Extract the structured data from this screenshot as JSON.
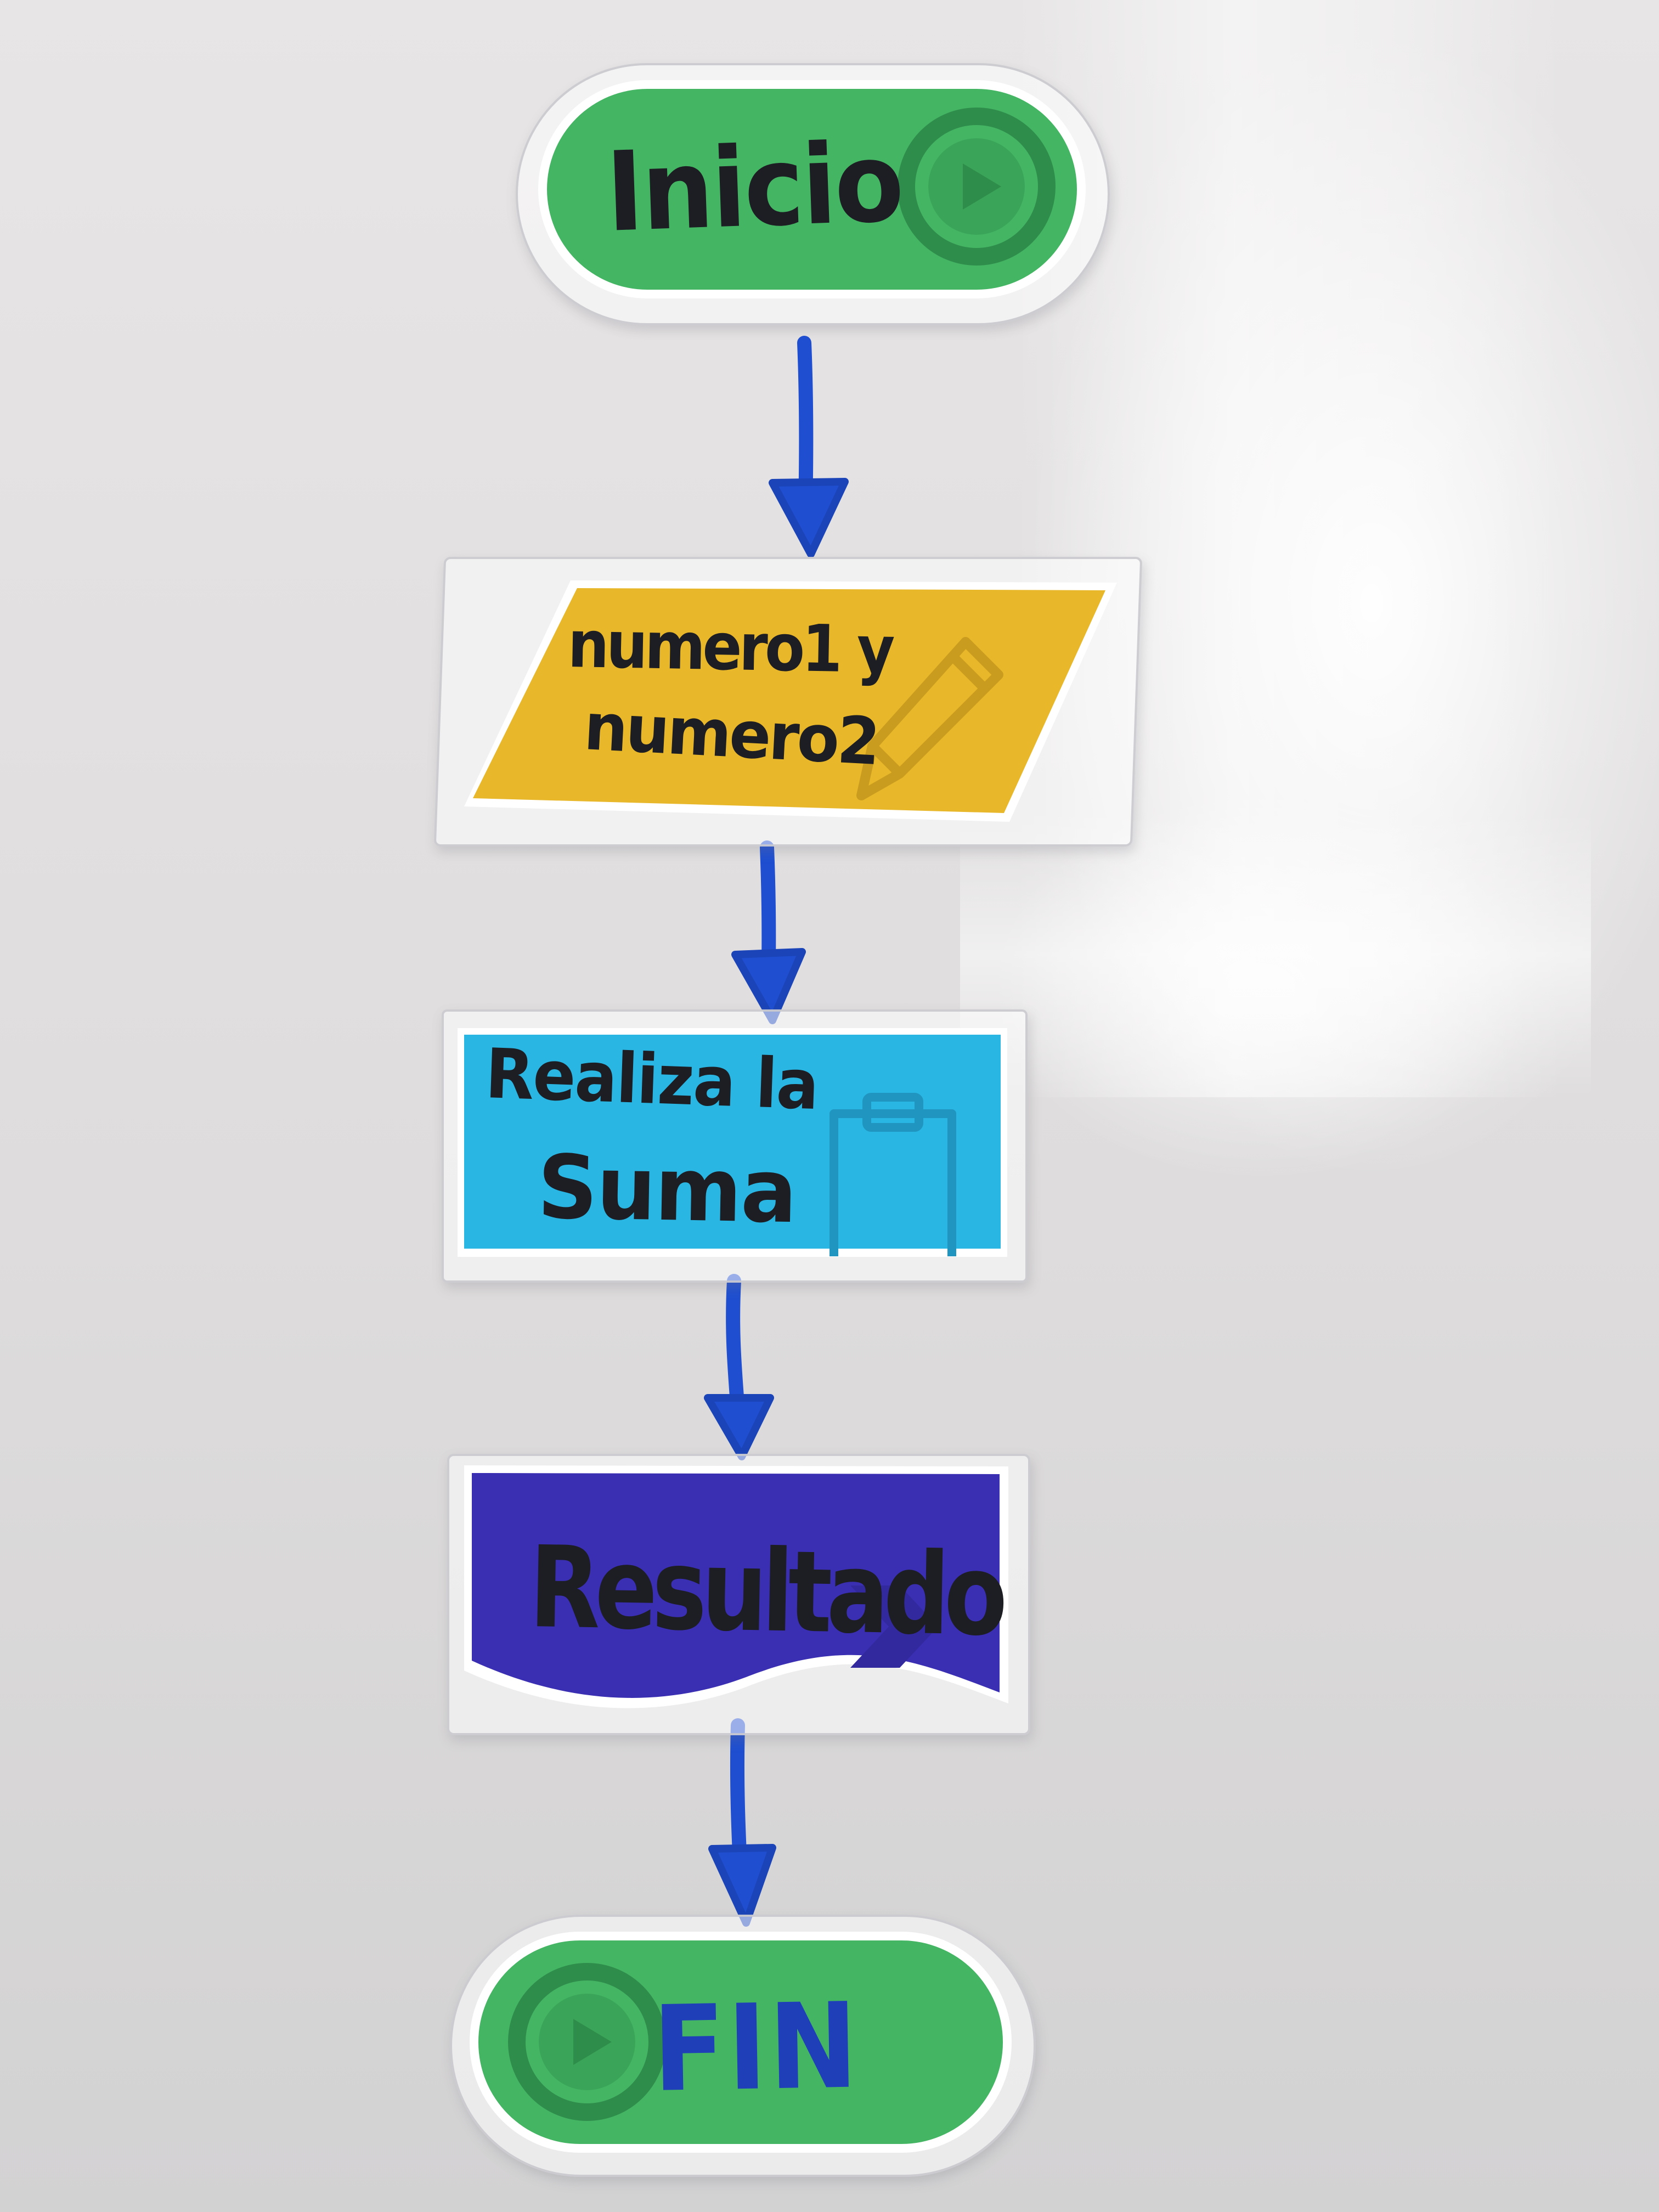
{
  "diagram": {
    "type": "flowchart",
    "nodes": [
      {
        "id": "start",
        "shape": "terminal",
        "label": "Inicio",
        "color": "#44b563",
        "icon": "play-icon"
      },
      {
        "id": "input",
        "shape": "parallelogram",
        "line1": "numero1 y",
        "line2": "numero2",
        "color": "#e8b82a",
        "icon": "pencil-icon"
      },
      {
        "id": "process",
        "shape": "rectangle",
        "line1": "Realiza la",
        "line2": "Suma",
        "color": "#2ab6e3",
        "icon": "clipboard-icon"
      },
      {
        "id": "output",
        "shape": "document",
        "label": "Resultado",
        "color": "#3a2fb3",
        "icon": "arrow-right-icon"
      },
      {
        "id": "end",
        "shape": "terminal",
        "label": "FIN",
        "color": "#44b563",
        "icon": "play-icon"
      }
    ],
    "edges": [
      {
        "from": "start",
        "to": "input"
      },
      {
        "from": "input",
        "to": "process"
      },
      {
        "from": "process",
        "to": "output"
      },
      {
        "from": "output",
        "to": "end"
      }
    ],
    "arrow_color": "#1f4fd0",
    "marker_color": "#1d1d24"
  }
}
